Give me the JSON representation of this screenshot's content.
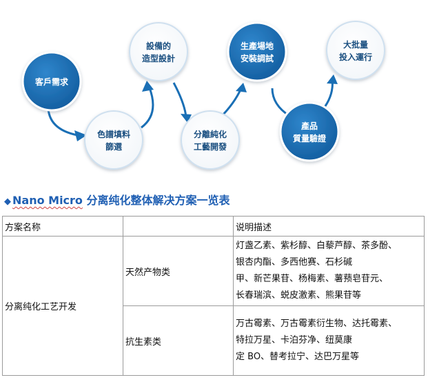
{
  "flow": {
    "steps": [
      {
        "id": "customer-demand",
        "lines": [
          "客戶需求"
        ],
        "style": "filled"
      },
      {
        "id": "color-screening",
        "lines": [
          "色譜填料",
          "篩選"
        ],
        "style": "outline"
      },
      {
        "id": "equipment-design",
        "lines": [
          "設備的",
          "造型設計"
        ],
        "style": "outline"
      },
      {
        "id": "process-development",
        "lines": [
          "分離純化",
          "工藝開發"
        ],
        "style": "outline"
      },
      {
        "id": "site-installation",
        "lines": [
          "生產場地",
          "安裝調試"
        ],
        "style": "filled"
      },
      {
        "id": "quality-verification",
        "lines": [
          "產品",
          "質量驗證"
        ],
        "style": "filled"
      },
      {
        "id": "mass-production",
        "lines": [
          "大批量",
          "投入運行"
        ],
        "style": "outline"
      }
    ],
    "colors": {
      "accent": "#1a6fb5",
      "accent_dark": "#124f86",
      "outline_ring": "#cfe0ef",
      "text_outline": "#1a4f80"
    }
  },
  "heading": {
    "diamond": "◆",
    "brand": "Nano Micro",
    "title": "分离纯化整体解决方案一览表"
  },
  "table": {
    "headers": [
      "方案名称",
      "",
      "说明描述"
    ],
    "group": "分离纯化工艺开发",
    "rows": [
      {
        "category": "天然产物类",
        "description": [
          "灯盏乙素、紫杉醇、白藜芦醇、茶多酚、",
          "银杏内酯、多西他赛、石杉碱",
          "甲、新芒果苷、杨梅素、薯蓣皂苷元、",
          "长春瑞滨、蜕皮激素、熊果苷等"
        ]
      },
      {
        "category": "抗生素类",
        "description": [
          "万古霉素、万古霉素衍生物、达托霉素、",
          "特拉万星、卡泊芬净、纽莫康",
          "定 BO、替考拉宁、达巴万星等"
        ]
      }
    ]
  }
}
